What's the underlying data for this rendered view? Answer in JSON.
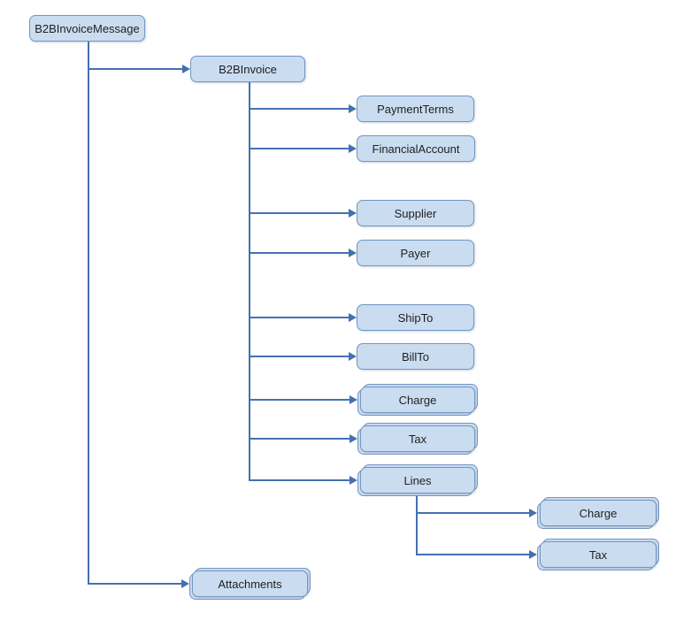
{
  "diagram": {
    "type": "hierarchy-tree",
    "background": "#ffffff",
    "colors": {
      "node_fill": "#cadcf0",
      "node_border": "#7296c2",
      "connector": "#4470b2",
      "text": "#1f1f1f"
    },
    "nodes": [
      {
        "id": "b2b_invoice_message",
        "label": "B2BInvoiceMessage",
        "multiple": false
      },
      {
        "id": "b2b_invoice",
        "label": "B2BInvoice",
        "multiple": false
      },
      {
        "id": "payment_terms",
        "label": "PaymentTerms",
        "multiple": false
      },
      {
        "id": "financial_account",
        "label": "FinancialAccount",
        "multiple": false
      },
      {
        "id": "supplier",
        "label": "Supplier",
        "multiple": false
      },
      {
        "id": "payer",
        "label": "Payer",
        "multiple": false
      },
      {
        "id": "ship_to",
        "label": "ShipTo",
        "multiple": false
      },
      {
        "id": "bill_to",
        "label": "BillTo",
        "multiple": false
      },
      {
        "id": "charge",
        "label": "Charge",
        "multiple": true
      },
      {
        "id": "tax",
        "label": "Tax",
        "multiple": true
      },
      {
        "id": "lines",
        "label": "Lines",
        "multiple": true
      },
      {
        "id": "lines_charge",
        "label": "Charge",
        "multiple": true
      },
      {
        "id": "lines_tax",
        "label": "Tax",
        "multiple": true
      },
      {
        "id": "attachments",
        "label": "Attachments",
        "multiple": true
      }
    ],
    "edges": [
      {
        "from": "b2b_invoice_message",
        "to": "b2b_invoice"
      },
      {
        "from": "b2b_invoice_message",
        "to": "attachments"
      },
      {
        "from": "b2b_invoice",
        "to": "payment_terms"
      },
      {
        "from": "b2b_invoice",
        "to": "financial_account"
      },
      {
        "from": "b2b_invoice",
        "to": "supplier"
      },
      {
        "from": "b2b_invoice",
        "to": "payer"
      },
      {
        "from": "b2b_invoice",
        "to": "ship_to"
      },
      {
        "from": "b2b_invoice",
        "to": "bill_to"
      },
      {
        "from": "b2b_invoice",
        "to": "charge"
      },
      {
        "from": "b2b_invoice",
        "to": "tax"
      },
      {
        "from": "b2b_invoice",
        "to": "lines"
      },
      {
        "from": "lines",
        "to": "lines_charge"
      },
      {
        "from": "lines",
        "to": "lines_tax"
      }
    ]
  }
}
